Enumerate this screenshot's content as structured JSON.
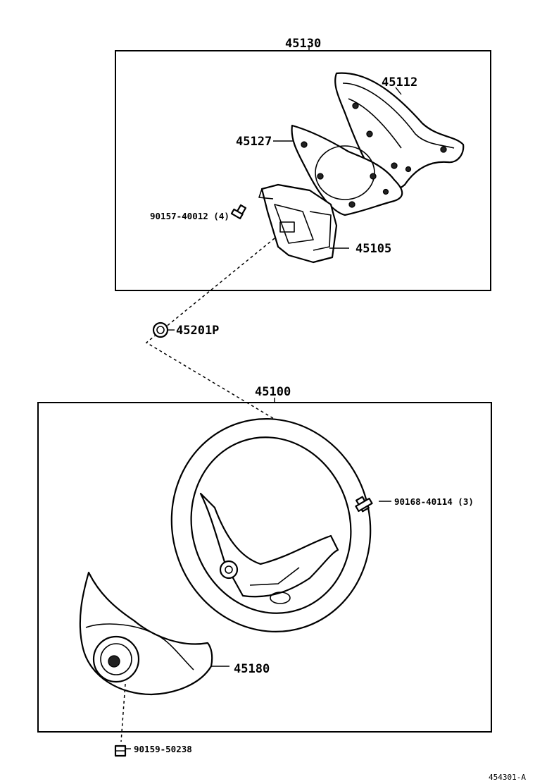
{
  "diagram": {
    "labels": {
      "assy_upper": "45130",
      "pad_cover": "45112",
      "spoke_plate": "45127",
      "bolt_upper": "90157-40012 (4)",
      "bracket": "45105",
      "nut": "45201P",
      "wheel_assy": "45100",
      "bolt_wheel": "90168-40114 (3)",
      "horn_pad": "45180",
      "screw": "90159-50238",
      "figure_code": "454301-A"
    }
  }
}
